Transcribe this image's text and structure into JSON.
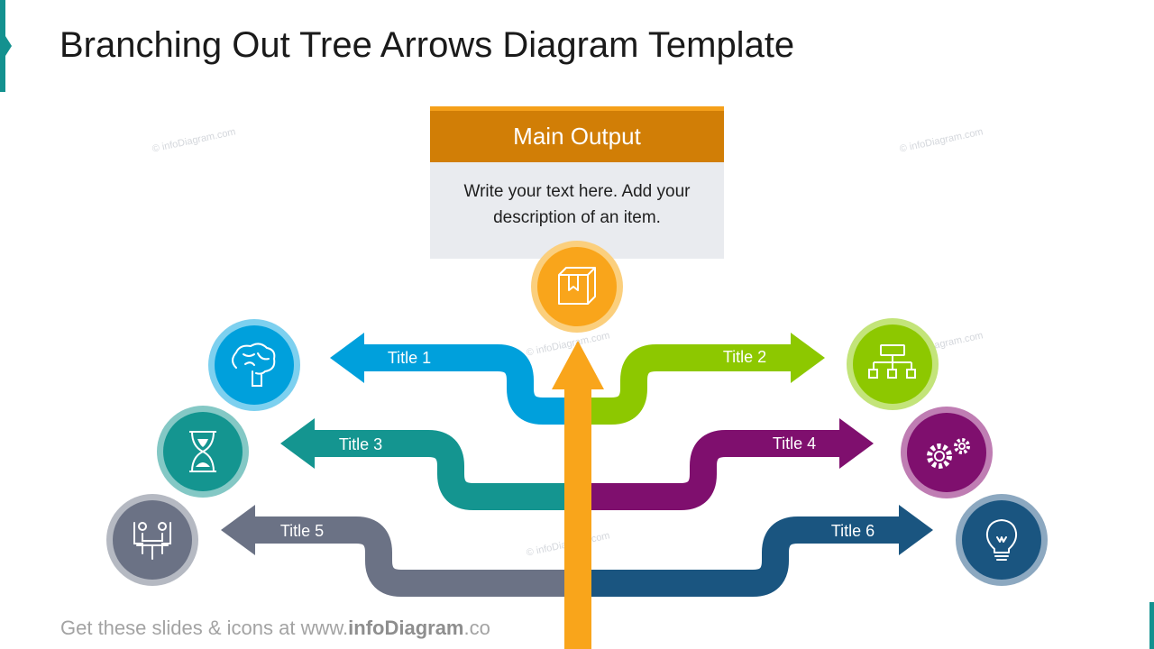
{
  "title": "Branching Out Tree Arrows Diagram Template",
  "watermark": "© infoDiagram.com",
  "main": {
    "heading": "Main Output",
    "description_line1": "Write your text here. Add your",
    "description_line2": "description of an item."
  },
  "branches": [
    {
      "label": "Title 1",
      "color": "#00a0dc",
      "icon": "brain-icon"
    },
    {
      "label": "Title 2",
      "color": "#8dc800",
      "icon": "org-chart-icon"
    },
    {
      "label": "Title 3",
      "color": "#149590",
      "icon": "hourglass-icon"
    },
    {
      "label": "Title 4",
      "color": "#7f0f6e",
      "icon": "gears-icon"
    },
    {
      "label": "Title 5",
      "color": "#6b7285",
      "icon": "meeting-icon"
    },
    {
      "label": "Title 6",
      "color": "#1a5580",
      "icon": "lightbulb-icon"
    }
  ],
  "center_icon": "box-icon",
  "center_color": "#f9a51b",
  "footer": {
    "prefix": "Get these slides & icons at www.",
    "brand": "infoDiagram",
    "suffix": ".co"
  }
}
